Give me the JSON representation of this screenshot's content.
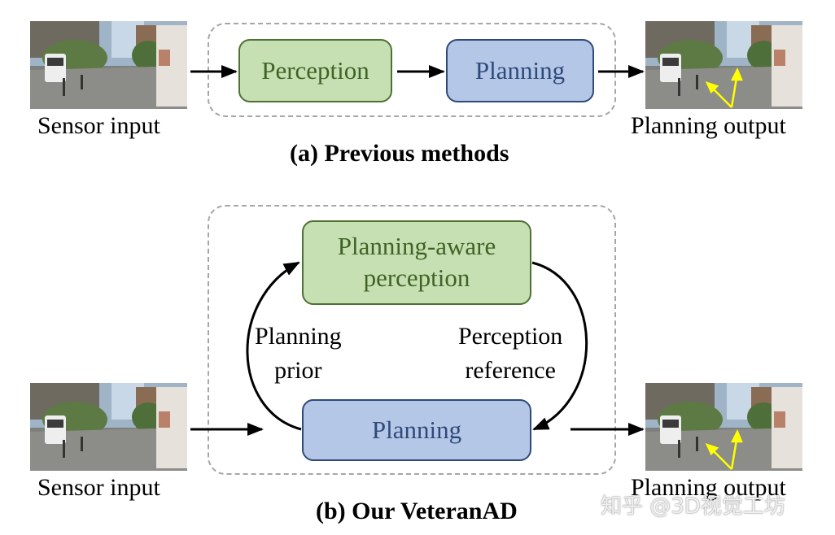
{
  "panel_a": {
    "sensor_label": "Sensor input",
    "perception_box": "Perception",
    "planning_box": "Planning",
    "output_label": "Planning output",
    "caption": "(a) Previous methods"
  },
  "panel_b": {
    "sensor_label": "Sensor input",
    "perception_box_line1": "Planning-aware",
    "perception_box_line2": "perception",
    "planning_box": "Planning",
    "left_edge_line1": "Planning",
    "left_edge_line2": "prior",
    "right_edge_line1": "Perception",
    "right_edge_line2": "reference",
    "output_label": "Planning output",
    "caption": "(b) Our VeteranAD"
  },
  "colors": {
    "perception_fill": "#c6e0b4",
    "perception_stroke": "#4f7133",
    "planning_fill": "#b4c7e7",
    "planning_stroke": "#2f4a7a",
    "dashed_border": "#a6a6a6",
    "trajectory_arrow": "#ffff00"
  },
  "watermark": "知乎 @3D视觉工坊"
}
